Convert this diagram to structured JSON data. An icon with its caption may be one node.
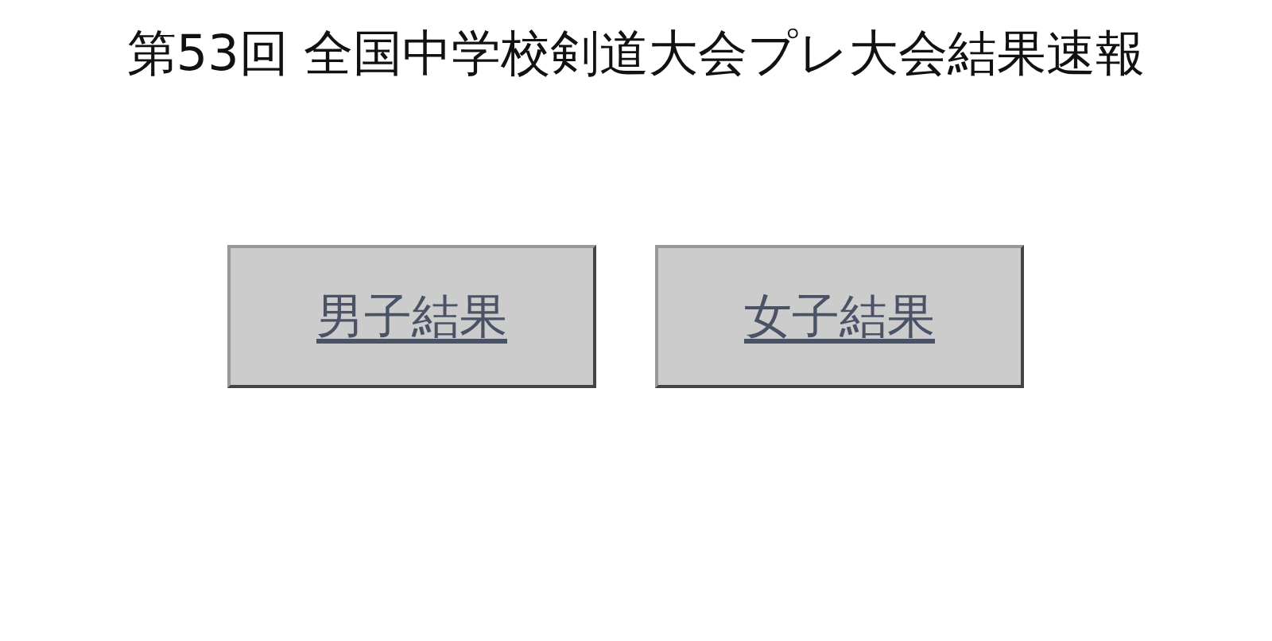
{
  "diagram": {
    "title": "第53回 全国中学校剣道大会プレ大会結果速報",
    "nodes": [
      {
        "text": [
          "男子結果"
        ]
      },
      {
        "text": [
          "女子結果"
        ]
      }
    ]
  }
}
